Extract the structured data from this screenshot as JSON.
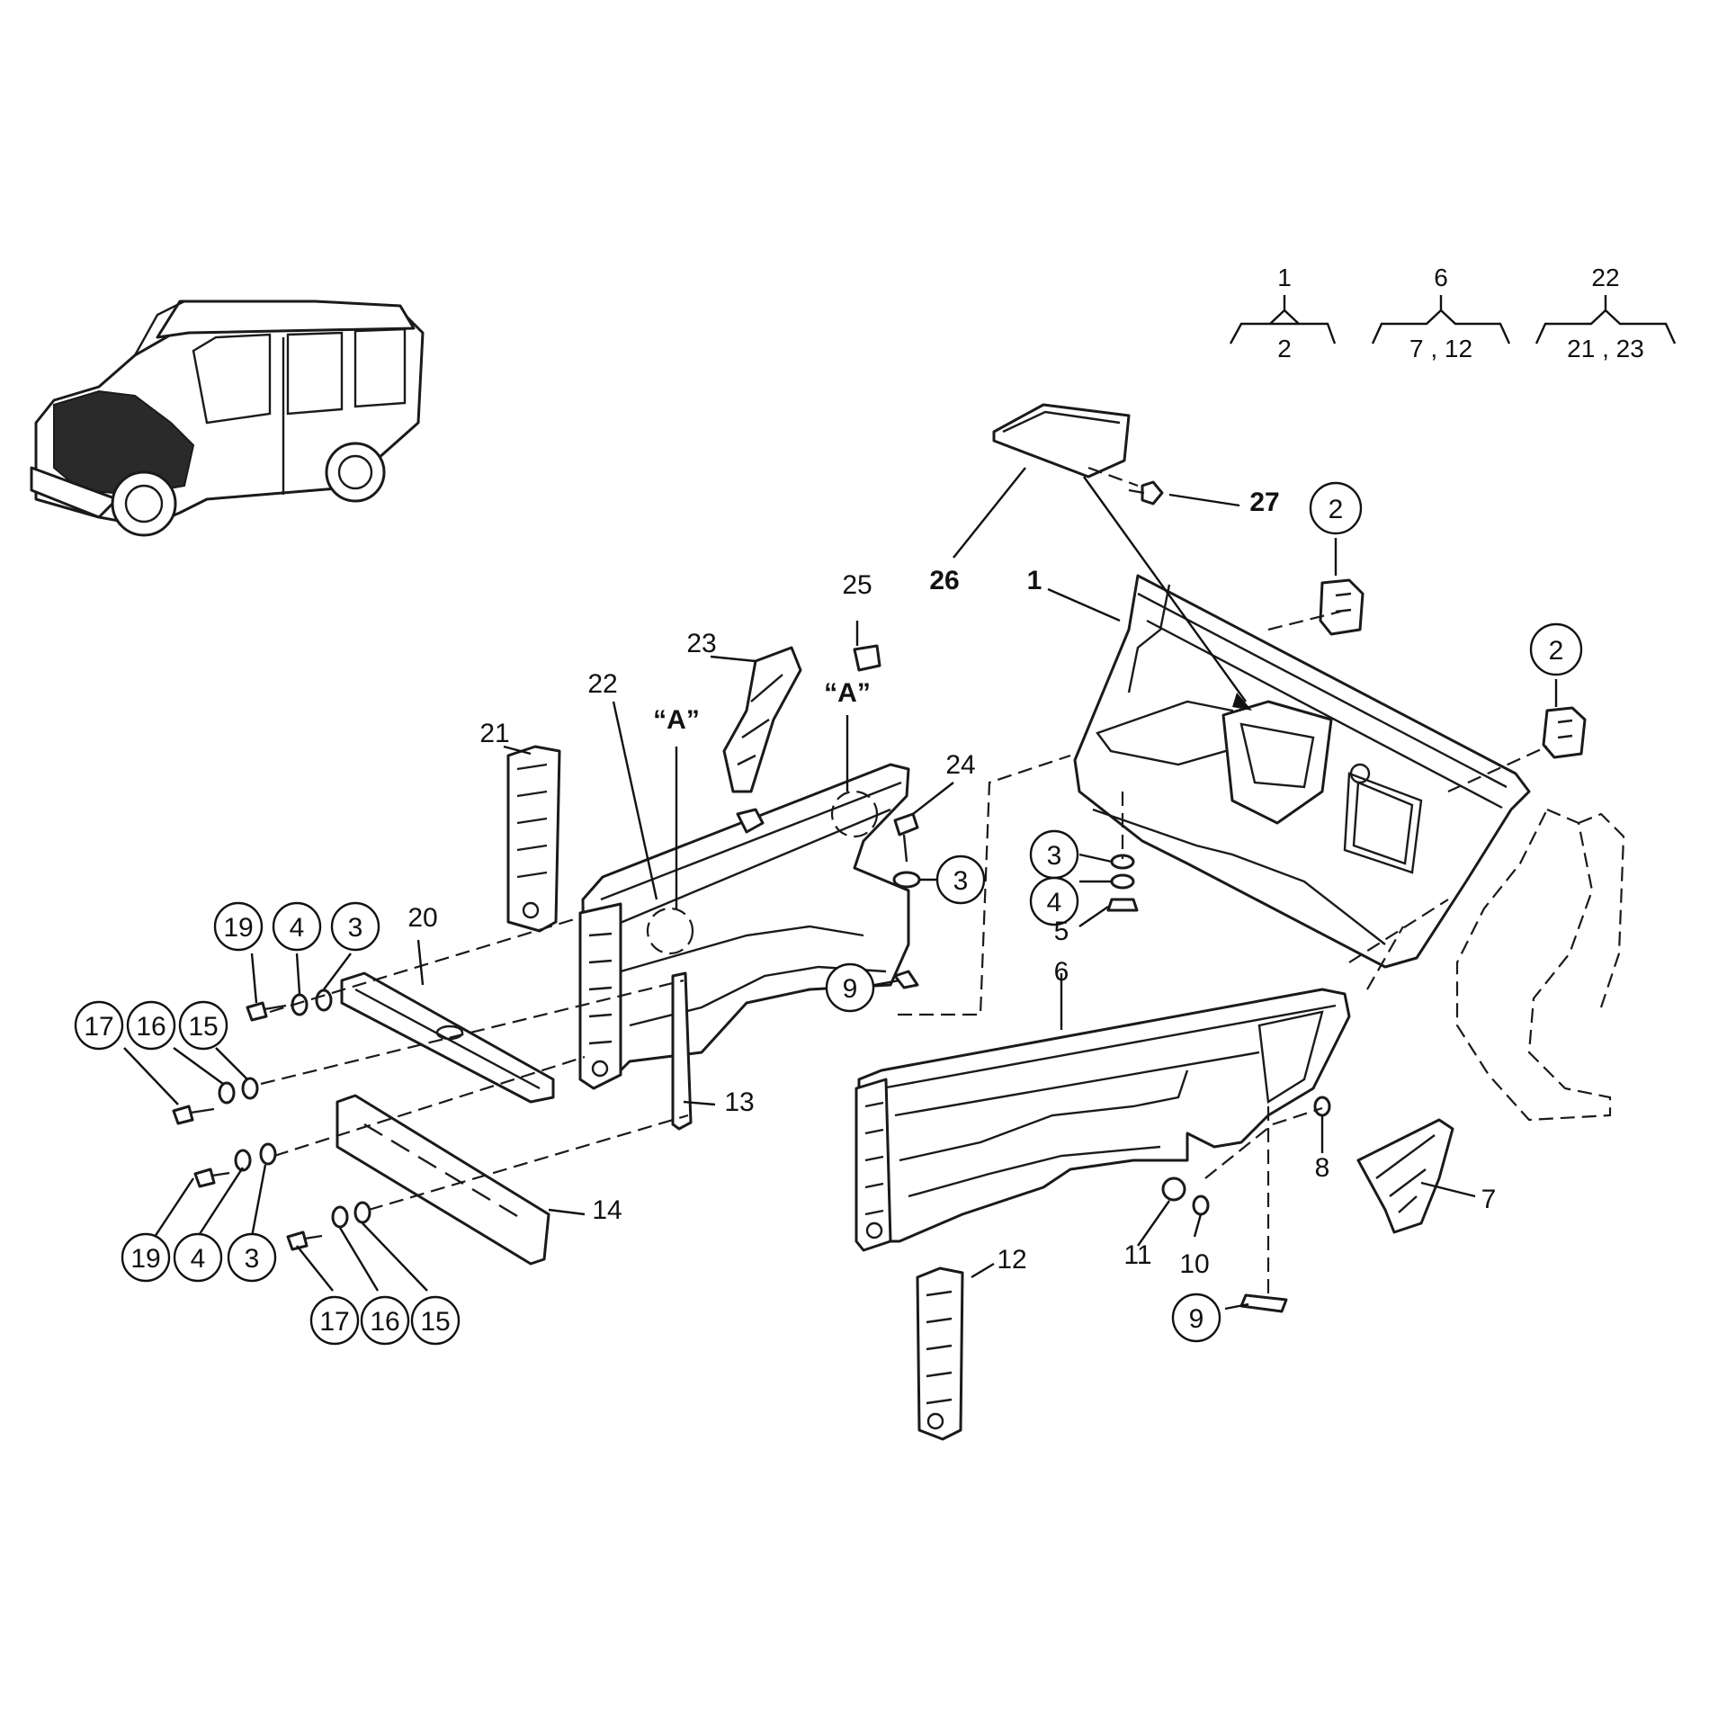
{
  "diagram": {
    "groups": [
      {
        "top": "1",
        "bottom": "2"
      },
      {
        "top": "6",
        "bottom": "7 , 12"
      },
      {
        "top": "22",
        "bottom": "21 , 23"
      }
    ],
    "callouts": {
      "c1": "1",
      "c2a": "2",
      "c2b": "2",
      "c3a": "3",
      "c3b": "3",
      "c3c": "3",
      "c3d": "3",
      "c4a": "4",
      "c4b": "4",
      "c4c": "4",
      "c5": "5",
      "c6": "6",
      "c7": "7",
      "c8": "8",
      "c9a": "9",
      "c9b": "9",
      "c10": "10",
      "c11": "11",
      "c12": "12",
      "c13": "13",
      "c14": "14",
      "c15a": "15",
      "c15b": "15",
      "c16a": "16",
      "c16b": "16",
      "c17a": "17",
      "c17b": "17",
      "c19a": "19",
      "c19b": "19",
      "c20": "20",
      "c21": "21",
      "c22": "22",
      "c23": "23",
      "c24": "24",
      "c25": "25",
      "c26": "26",
      "c27": "27",
      "detailA1": "“A”",
      "detailA2": "“A”"
    }
  }
}
